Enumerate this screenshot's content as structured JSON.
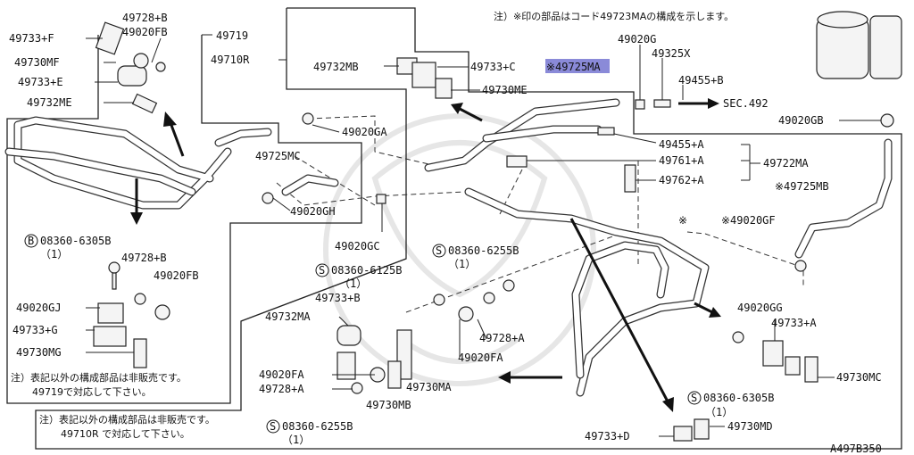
{
  "header_note": "注）※印の部品はコード49723MAの構成を示します。",
  "diagram_code": "A497B350",
  "highlight": {
    "label": "※49725MA",
    "color": "#8a8ad8"
  },
  "labels": {
    "p49733F": "49733+F",
    "p49728B_top": "49728+B",
    "p49020FB_top": "49020FB",
    "p49719": "49719",
    "p49710R": "49710R",
    "p49730MF": "49730MF",
    "p49733E": "49733+E",
    "p49732ME": "49732ME",
    "p49732MB": "49732MB",
    "p49733C": "49733+C",
    "p49725MA": "※49725MA",
    "p49730ME": "49730ME",
    "p49020G": "49020G",
    "p49325X": "49325X",
    "p49455B": "49455+B",
    "sec492": "SEC.492",
    "p49020GB": "49020GB",
    "p49020GA": "49020GA",
    "p49455A": "49455+A",
    "p49761A": "49761+A",
    "p49722MA": "49722MA",
    "p49762A": "49762+A",
    "p49725MC": "49725MC",
    "p49725MB": "※49725MB",
    "p49020GH": "49020GH",
    "p49020GF": "※49020GF",
    "p49020GC": "49020GC",
    "bolt6305_left": "08360-6305B",
    "bolt6305_left_qty": "（1）",
    "p49728B_left": "49728+B",
    "p49020FB_left": "49020FB",
    "bolt6255_top": "08360-6255B",
    "bolt6255_top_qty": "（1）",
    "bolt6125": "08360-6125B",
    "bolt6125_qty": "（1）",
    "p49733B": "49733+B",
    "p49020GJ": "49020GJ",
    "p49732MA": "49732MA",
    "p49728A_mid": "49728+A",
    "p49733G": "49733+G",
    "p49730MG": "49730MG",
    "p49020FA_right": "49020FA",
    "p49020GG": "49020GG",
    "p49733A": "49733+A",
    "p49020FA_left": "49020FA",
    "p49728A_left": "49728+A",
    "p49730MA": "49730MA",
    "p49730MC": "49730MC",
    "p49730MB": "49730MB",
    "bolt6305_right": "08360-6305B",
    "bolt6305_right_qty": "（1）",
    "bolt6255_bottom": "08360-6255B",
    "bolt6255_bottom_qty": "（1）",
    "p49733D": "49733+D",
    "p49730MD": "49730MD",
    "star_mark": "※"
  },
  "notes": {
    "left_line1": "注）表記以外の構成部品は非販売です。",
    "left_line2": "49719で対応して下さい。",
    "bottom_line1": "注）表記以外の構成部品は非販売です。",
    "bottom_line2": "49710R で対応して下さい。"
  },
  "bolt_symbols": {
    "B": "B",
    "S": "S"
  }
}
